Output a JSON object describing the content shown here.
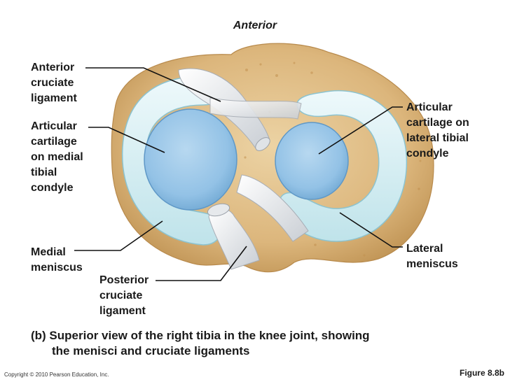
{
  "figure": {
    "top_label": "Anterior",
    "labels": {
      "acl": "Anterior\ncruciate\nligament",
      "medial_cartilage": "Articular\ncartilage\non medial\ntibial\ncondyle",
      "lateral_cartilage": "Articular\ncartilage on\nlateral tibial\ncondyle",
      "medial_meniscus": "Medial\nmeniscus",
      "lateral_meniscus": "Lateral\nmeniscus",
      "pcl": "Posterior\ncruciate\nligament"
    },
    "caption_line1": "(b) Superior view of the right tibia in the knee joint, showing",
    "caption_line2": "the menisci and cruciate ligaments",
    "copyright": "Copyright © 2010 Pearson Education, Inc.",
    "figure_number": "Figure 8.8b"
  },
  "colors": {
    "bone": "#d8b47a",
    "meniscus": "#d4eef2",
    "cartilage": "#8fc0e6",
    "ligament": "#e9ecef"
  }
}
